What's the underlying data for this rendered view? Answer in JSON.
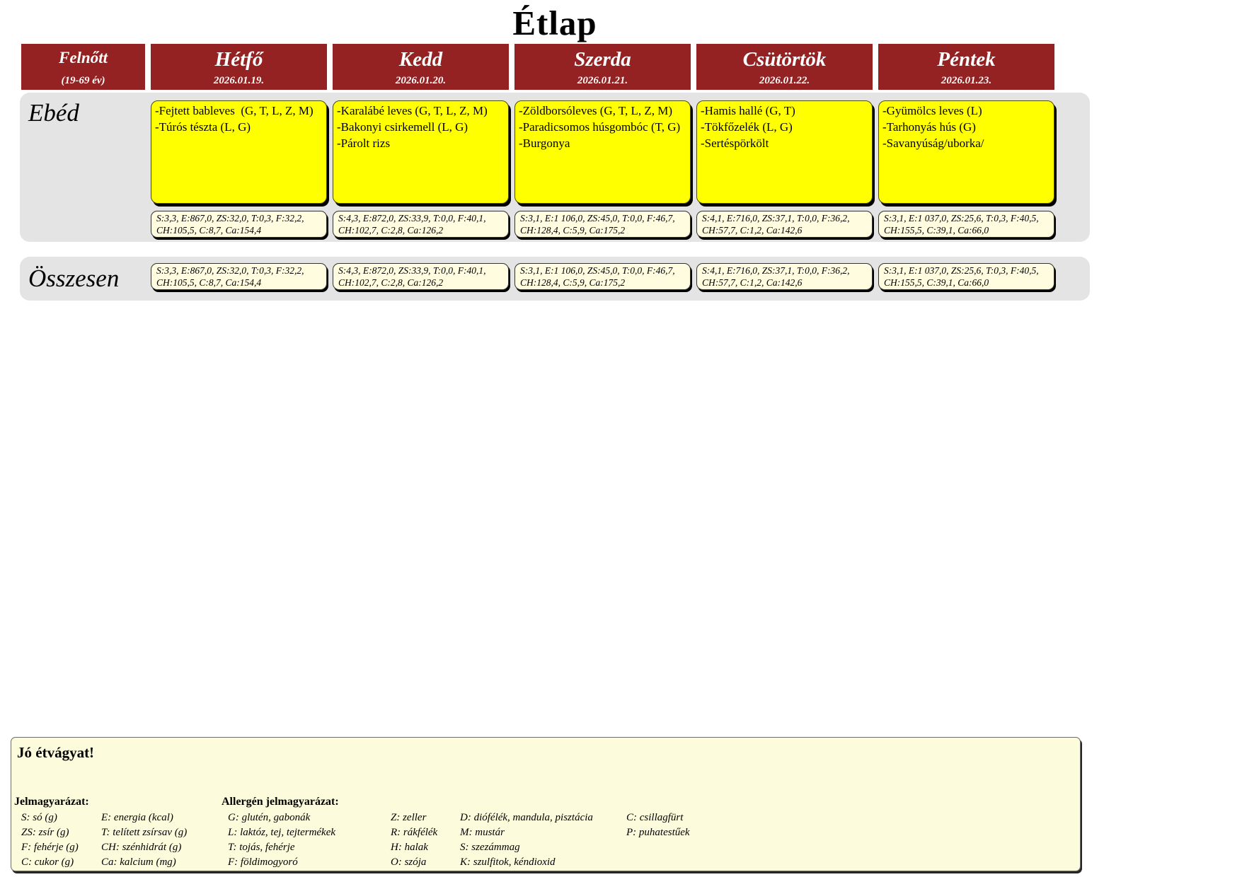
{
  "title": "Étlap",
  "colors": {
    "header_red": "#942222",
    "menu_yellow": "#ffff00",
    "row_gray": "#e4e4e4",
    "nutrition_cream": "#fffce0",
    "note_cream": "#fcfcdc"
  },
  "audience": {
    "name": "Felnőtt",
    "age_range": "(19-69 év)"
  },
  "row_labels": {
    "lunch": "Ebéd",
    "total": "Összesen"
  },
  "days": [
    {
      "name": "Hétfő",
      "date": "2026.01.19.",
      "lunch_items": [
        "-Fejtett bableves  (G, T, L, Z, M)",
        "-Túrós tészta (L, G)"
      ],
      "lunch_nutrition": {
        "line1": "S:3,3, E:867,0, ZS:32,0, T:0,3, F:32,2,",
        "line2": "CH:105,5, C:8,7, Ca:154,4"
      },
      "total_nutrition": {
        "line1": "S:3,3, E:867,0, ZS:32,0, T:0,3, F:32,2,",
        "line2": "CH:105,5, C:8,7, Ca:154,4"
      }
    },
    {
      "name": "Kedd",
      "date": "2026.01.20.",
      "lunch_items": [
        "-Karalábé leves (G, T, L, Z, M)",
        "-Bakonyi csirkemell (L, G)",
        "-Párolt rizs"
      ],
      "lunch_nutrition": {
        "line1": "S:4,3, E:872,0, ZS:33,9, T:0,0, F:40,1,",
        "line2": "CH:102,7, C:2,8, Ca:126,2"
      },
      "total_nutrition": {
        "line1": "S:4,3, E:872,0, ZS:33,9, T:0,0, F:40,1,",
        "line2": "CH:102,7, C:2,8, Ca:126,2"
      }
    },
    {
      "name": "Szerda",
      "date": "2026.01.21.",
      "lunch_items": [
        "-Zöldborsóleves (G, T, L, Z, M)",
        "-Paradicsomos húsgombóc (T, G)",
        "-Burgonya"
      ],
      "lunch_nutrition": {
        "line1": "S:3,1, E:1 106,0, ZS:45,0, T:0,0, F:46,7,",
        "line2": "CH:128,4, C:5,9, Ca:175,2"
      },
      "total_nutrition": {
        "line1": "S:3,1, E:1 106,0, ZS:45,0, T:0,0, F:46,7,",
        "line2": "CH:128,4, C:5,9, Ca:175,2"
      }
    },
    {
      "name": "Csütörtök",
      "date": "2026.01.22.",
      "lunch_items": [
        "-Hamis hallé (G, T)",
        "-Tökfőzelék (L, G)",
        "-Sertéspörkölt"
      ],
      "lunch_nutrition": {
        "line1": "S:4,1, E:716,0, ZS:37,1, T:0,0, F:36,2,",
        "line2": "CH:57,7, C:1,2, Ca:142,6"
      },
      "total_nutrition": {
        "line1": "S:4,1, E:716,0, ZS:37,1, T:0,0, F:36,2,",
        "line2": "CH:57,7, C:1,2, Ca:142,6"
      }
    },
    {
      "name": "Péntek",
      "date": "2026.01.23.",
      "lunch_items": [
        "-Gyümölcs leves (L)",
        "-Tarhonyás hús (G)",
        "-Savanyúság/uborka/"
      ],
      "lunch_nutrition": {
        "line1": "S:3,1, E:1 037,0, ZS:25,6, T:0,3, F:40,5,",
        "line2": "CH:155,5, C:39,1, Ca:66,0"
      },
      "total_nutrition": {
        "line1": "S:3,1, E:1 037,0, ZS:25,6, T:0,3, F:40,5,",
        "line2": "CH:155,5, C:39,1, Ca:66,0"
      }
    }
  ],
  "footer": {
    "greeting": "Jó étvágyat!",
    "legend_title": "Jelmagyarázat:",
    "allergen_title": "Allergén jelmagyarázat:",
    "legend_cols": [
      [
        "S: só (g)",
        "ZS: zsír (g)",
        "F: fehérje (g)",
        "C: cukor (g)"
      ],
      [
        "E: energia (kcal)",
        "T: telített zsírsav (g)",
        "CH: szénhidrát (g)",
        "Ca: kalcium (mg)"
      ]
    ],
    "allergen_cols": [
      [
        "G: glutén, gabonák",
        "L: laktóz, tej, tejtermékek",
        "T: tojás, fehérje",
        "F: földimogyoró"
      ],
      [
        "Z: zeller",
        "R: rákfélék",
        "H: halak",
        "O: szója"
      ],
      [
        "D: diófélék, mandula, pisztácia",
        "M: mustár",
        "S: szezámmag",
        "K: szulfitok, kéndioxid"
      ],
      [
        "C: csillagfürt",
        "P: puhatestűek"
      ]
    ]
  }
}
